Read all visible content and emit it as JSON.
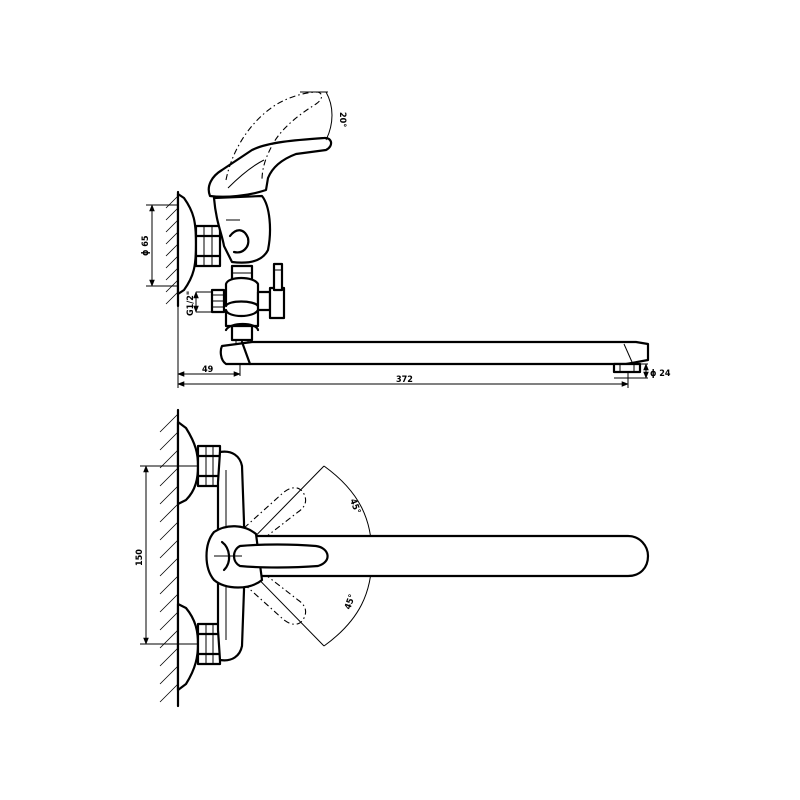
{
  "side_view": {
    "dim_wall_flange_diameter": "ϕ 65",
    "dim_handle_angle": "20°",
    "dim_inlet_thread": "G1/2\"",
    "dim_spout_offset": "49",
    "dim_spout_length": "372",
    "dim_aerator_diameter": "ϕ 24"
  },
  "top_view": {
    "dim_inlet_spacing": "150",
    "dim_handle_rotation_upper": "45°",
    "dim_handle_rotation_lower": "45°"
  }
}
